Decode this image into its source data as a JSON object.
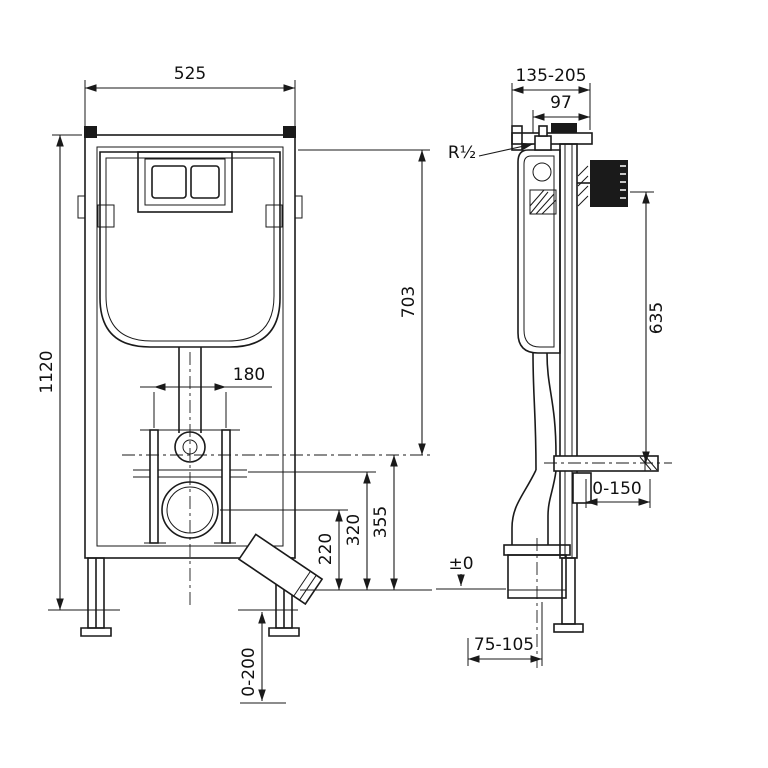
{
  "colors": {
    "line": "#1a1a1a",
    "background": "#ffffff"
  },
  "front_view": {
    "width": "525",
    "height": "1120",
    "flush_pipe_center_height": "703",
    "fixing_bolt_spacing": "180",
    "height_355": "355",
    "height_320": "320",
    "height_220": "220",
    "leg_adjustment": "0-200"
  },
  "side_view": {
    "depth_range": "135-205",
    "top_offset": "97",
    "water_connection": "R½",
    "actuation_height": "635",
    "outlet_extension": "0-150",
    "floor_level": "±0",
    "outlet_offset": "75-105"
  }
}
